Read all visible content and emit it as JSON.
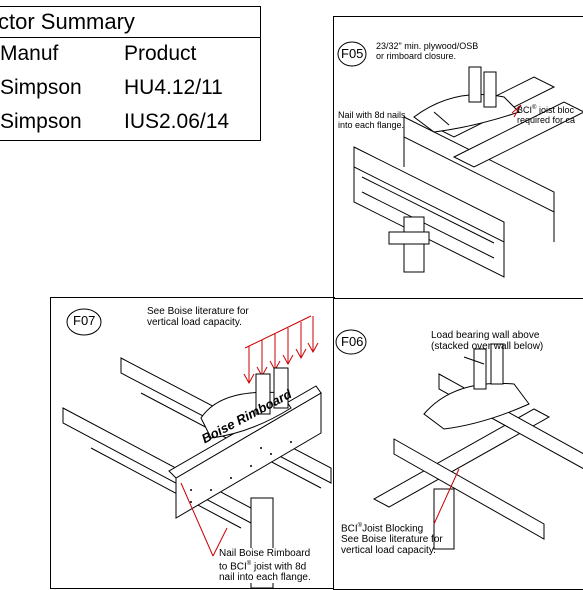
{
  "table": {
    "title": "ctor Summary",
    "headers": [
      "Manuf",
      "Product"
    ],
    "rows": [
      [
        "Simpson",
        "HU4.12/11"
      ],
      [
        "Simpson",
        "IUS2.06/14"
      ]
    ]
  },
  "f05": {
    "tag": "F05",
    "note_top": [
      "23/32\" min. plywood/OSB",
      "or rimboard closure."
    ],
    "note_left": [
      "Nail with 8d nails",
      "into each flange."
    ],
    "note_right_a": "BCI",
    "note_right_b": " joist bloc",
    "note_right_c": "required for ca",
    "reg": "®"
  },
  "f07": {
    "tag": "F07",
    "note_top": [
      "See Boise literature for",
      "vertical load capacity."
    ],
    "rimboard": "Boise Rimboard",
    "note_bottom_1": "Nail Boise Rimboard",
    "note_bottom_2a": "to BCI",
    "note_bottom_2b": " joist with 8d",
    "note_bottom_3": "nail into each flange.",
    "reg": "®"
  },
  "f06": {
    "tag": "F06",
    "note_top": [
      "Load bearing wall above",
      "(stacked over wall below)"
    ],
    "note_bottom_1a": "BCI",
    "note_bottom_1b": "Joist Blocking",
    "note_bottom_2": "See Boise literature for",
    "note_bottom_3": "vertical load capacity.",
    "reg": "®"
  }
}
